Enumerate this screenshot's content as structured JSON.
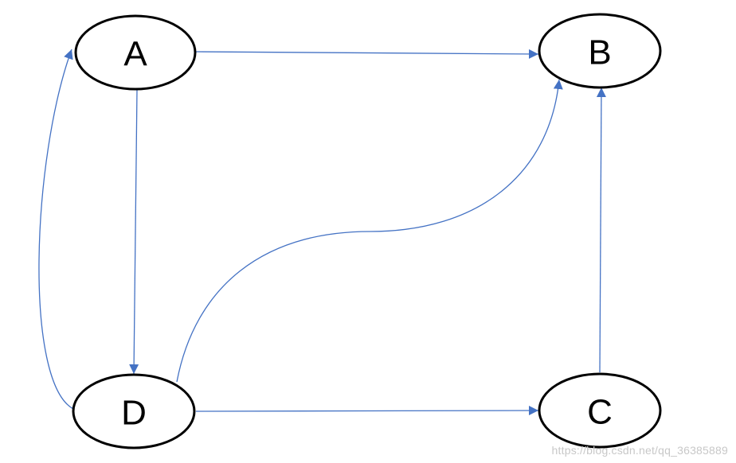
{
  "diagram": {
    "nodes": [
      {
        "id": "A",
        "label": "A"
      },
      {
        "id": "B",
        "label": "B"
      },
      {
        "id": "C",
        "label": "C"
      },
      {
        "id": "D",
        "label": "D"
      }
    ],
    "edges": [
      {
        "from": "A",
        "to": "B"
      },
      {
        "from": "A",
        "to": "D"
      },
      {
        "from": "D",
        "to": "A"
      },
      {
        "from": "D",
        "to": "B"
      },
      {
        "from": "D",
        "to": "C"
      },
      {
        "from": "C",
        "to": "B"
      }
    ]
  },
  "colors": {
    "edge": "#4472c4",
    "node_stroke": "#000000",
    "node_fill": "#ffffff",
    "label": "#000000"
  },
  "watermark": {
    "text": "https://blog.csdn.net/qq_36385889"
  }
}
